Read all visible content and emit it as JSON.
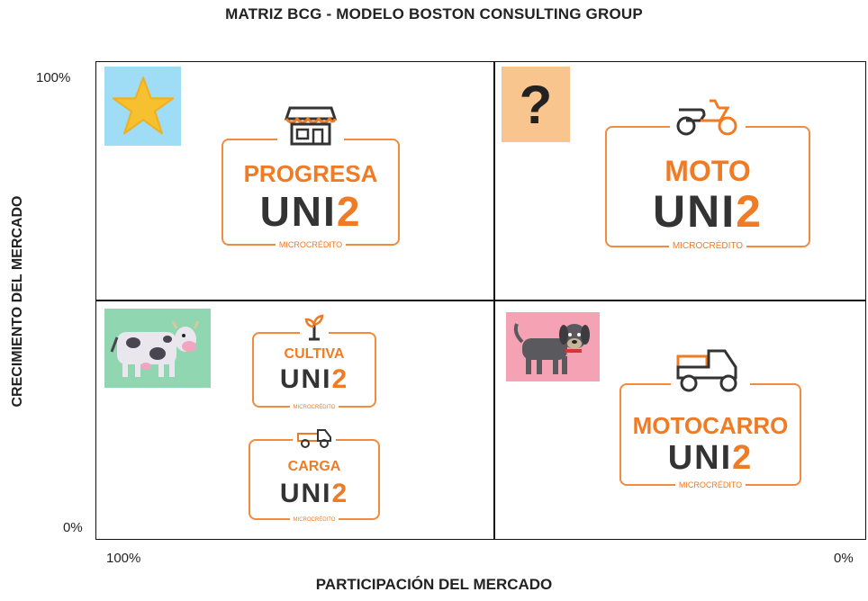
{
  "title": "MATRIZ BCG - MODELO BOSTON CONSULTING GROUP",
  "axes": {
    "y_label": "CRECIMIENTO DEL MERCADO",
    "x_label": "PARTICIPACIÓN DEL MERCADO",
    "y_top": "100%",
    "y_bottom": "0%",
    "x_left": "100%",
    "x_right": "0%"
  },
  "quadrant_icons": {
    "star": "star-icon",
    "question": "?",
    "cow": "cow-icon",
    "dog": "dog-icon"
  },
  "brands": {
    "progresa": {
      "name": "PROGRESA",
      "uni": "UNI",
      "two": "2",
      "micro": "MICROCRÉDITO"
    },
    "moto": {
      "name": "MOTO",
      "uni": "UNI",
      "two": "2",
      "micro": "MICROCRÉDITO"
    },
    "cultiva": {
      "name": "CULTIVA",
      "uni": "UNI",
      "two": "2",
      "micro": "MICROCRÉDITO"
    },
    "carga": {
      "name": "CARGA",
      "uni": "UNI",
      "two": "2",
      "micro": "MICROCRÉDITO"
    },
    "motocarro": {
      "name": "MOTOCARRO",
      "uni": "UNI",
      "two": "2",
      "micro": "MICROCRÉDITO"
    }
  },
  "colors": {
    "brand_orange": "#f07b25",
    "star_bg": "#9fdcf5",
    "question_bg": "#f9c58f",
    "cow_bg": "#8fd6b1",
    "dog_bg": "#f5a3b4",
    "star": "#f7c02f"
  }
}
